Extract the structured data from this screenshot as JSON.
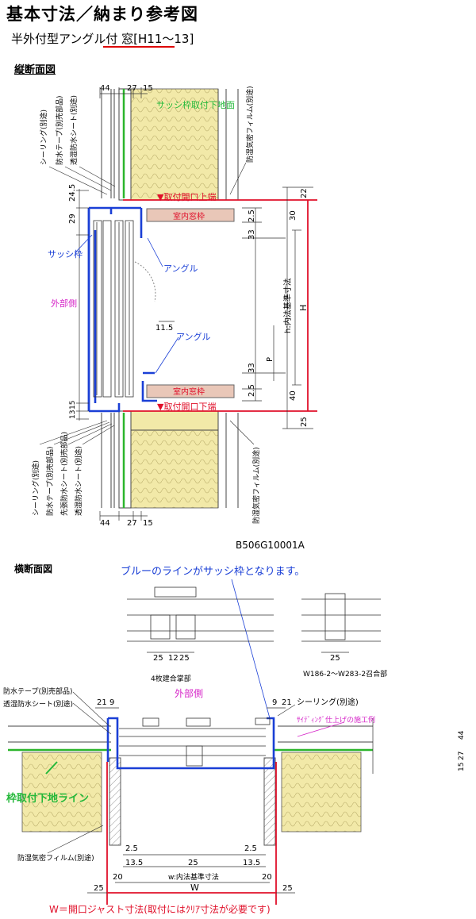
{
  "header": {
    "title": "基本寸法／納まり参考図",
    "subtitle": "半外付型アングル付 窓[H11～13]"
  },
  "vertical_section": {
    "heading": "縦断面図",
    "drawing_code": "B506G10001A",
    "top_dims": [
      "44",
      "27",
      "15"
    ],
    "bottom_dims": [
      "44",
      "27",
      "15"
    ],
    "left_dims": [
      "24.5",
      "29",
      "13",
      "15"
    ],
    "right_dims": [
      "22",
      "30",
      "2.5",
      "33",
      "2.5",
      "33",
      "40",
      "25"
    ],
    "mid_dim": "11.5",
    "p_label": "P",
    "h_label": "H",
    "h_inner_label": "h:内法基準寸法",
    "labels": {
      "sash_base_surface": "サッシ枠取付下地面",
      "opening_top": "▼取付開口上端",
      "opening_bottom": "▼取付開口下端",
      "indoor_frame_top": "室内窓枠",
      "indoor_frame_bottom": "室内窓枠",
      "sash_frame": "サッシ枠",
      "angle_upper": "アングル",
      "angle_lower": "アングル",
      "exterior_side": "外部側"
    },
    "top_left_notes": [
      "シーリング(別途)",
      "防水テープ(別売部品)",
      "透湿防水シート(別途)"
    ],
    "top_right_note": "防湿気密フィルム(別途)",
    "bottom_left_notes": [
      "シーリング(別途)",
      "防水テープ(別売部品)",
      "先張防水シート(別売部品)",
      "透湿防水シート(別途)"
    ],
    "bottom_right_note": "防湿気密フィルム(別途)"
  },
  "horizontal_section": {
    "heading": "横断面図",
    "note": "ブルーのラインがサッシ枠となります。",
    "detail_a_dims": [
      "25",
      "12",
      "25"
    ],
    "detail_a_caption": "4枚建合掌部",
    "detail_b_dim": "25",
    "detail_b_caption": "W186-2～W283-2召合部",
    "exterior_side": "外部側",
    "left_notes": [
      "防水テープ(別売部品)",
      "透湿防水シート(別途)"
    ],
    "left_dims": [
      "21",
      "9"
    ],
    "right_dims": [
      "9",
      "21"
    ],
    "right_note": "シーリング(別途)",
    "siding_note": "ｻｲﾃﾞｨﾝｸﾞ仕上げの施工例",
    "right_side_dims": [
      "44",
      "15",
      "27"
    ],
    "frame_base_line": "枠取付下地ライン",
    "film_note": "防湿気密フィルム(別途)",
    "bottom_dims": [
      "2.5",
      "13.5",
      "25",
      "2.5",
      "13.5"
    ],
    "w_inner": "w:内法基準寸法",
    "side_dims": [
      "20",
      "20"
    ],
    "w_label": "W",
    "edge_dims": [
      "25",
      "25"
    ],
    "footer": "W＝開口ジャスト寸法(取付にはｸﾘｱ寸法が必要です)"
  },
  "colors": {
    "frame_blue": "#1a3fd6",
    "opening_red": "#e0102a",
    "base_green": "#2bb52b",
    "insulation": "#f2e9a8",
    "wood_pink": "#e9c7b8",
    "label_blue": "#1a3fd6",
    "label_magenta": "#d626c8",
    "label_green": "#24b83a"
  }
}
